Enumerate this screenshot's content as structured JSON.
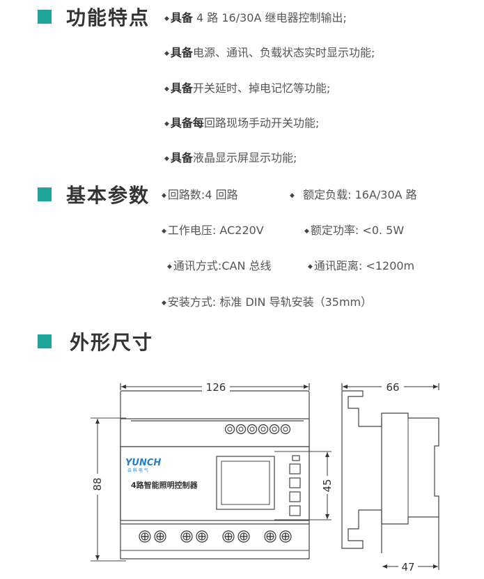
{
  "sections": {
    "features": {
      "title": "功能特点",
      "items": [
        {
          "bold": "具备",
          "text": " 4 路 16/30A 继电器控制输出;"
        },
        {
          "bold": "具备",
          "text": "电源、通讯、负载状态实时显示功能;"
        },
        {
          "bold": "具备",
          "text": "开关延时、掉电记忆等功能;"
        },
        {
          "bold": "具备每",
          "text": "回路现场手动开关功能;"
        },
        {
          "bold": "具备",
          "text": "液晶显示屏显示功能;"
        }
      ]
    },
    "params": {
      "title": "基本参数",
      "items": [
        {
          "label": "回路数:",
          "value": "4 回路"
        },
        {
          "label": "额定负载:",
          "value": "16A/30A 路"
        },
        {
          "label": "工作电压:",
          "value": "AC220V"
        },
        {
          "label": "额定功率:",
          "value": "<0. 5W"
        },
        {
          "label": "通讯方式:",
          "value": "CAN 总线"
        },
        {
          "label": "通讯距离:",
          "value": "<1200m"
        },
        {
          "label": "安装方式:",
          "value": "标准 DIN 导轨安装（35mm）"
        }
      ]
    },
    "dimensions": {
      "title": "外形尺寸",
      "front_width": "126",
      "front_height": "88",
      "display_height": "45",
      "side_depth": "66",
      "side_base": "47",
      "brand_logo": "YUNCH",
      "brand_sub": "云 科 电 气",
      "product_label": "4路智能照明控制器"
    }
  }
}
